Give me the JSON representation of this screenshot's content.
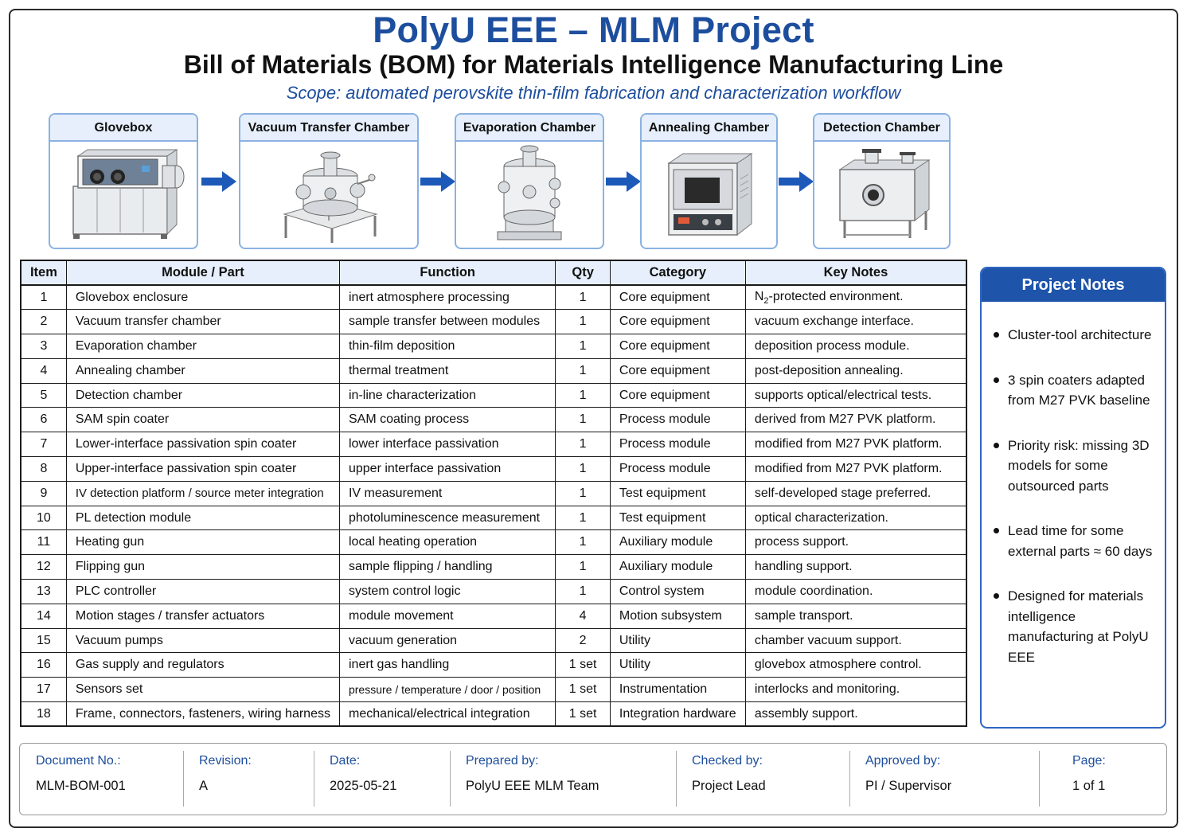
{
  "header": {
    "title": "PolyU EEE – MLM Project",
    "subtitle": "Bill of Materials (BOM) for Materials Intelligence Manufacturing Line",
    "scope": "Scope: automated perovskite thin-film fabrication and characterization workflow"
  },
  "flow": {
    "stages": [
      {
        "label": "Glovebox",
        "icon": "glovebox-icon"
      },
      {
        "label": "Vacuum Transfer Chamber",
        "icon": "vacuum-transfer-chamber-icon"
      },
      {
        "label": "Evaporation Chamber",
        "icon": "evaporation-chamber-icon"
      },
      {
        "label": "Annealing Chamber",
        "icon": "annealing-chamber-icon"
      },
      {
        "label": "Detection Chamber",
        "icon": "detection-chamber-icon"
      }
    ],
    "arrow_color": "#1d59b8"
  },
  "table": {
    "headers": {
      "item": "Item",
      "module": "Module / Part",
      "function": "Function",
      "qty": "Qty",
      "category": "Category",
      "notes": "Key Notes"
    },
    "rows": [
      {
        "item": "1",
        "module": "Glovebox enclosure",
        "function": "inert atmosphere processing",
        "qty": "1",
        "category": "Core equipment",
        "notes": "-protected environment.",
        "notes_prefix": "N",
        "notes_sub": "2"
      },
      {
        "item": "2",
        "module": "Vacuum transfer chamber",
        "function": "sample transfer between modules",
        "qty": "1",
        "category": "Core equipment",
        "notes": "vacuum exchange interface."
      },
      {
        "item": "3",
        "module": "Evaporation chamber",
        "function": "thin-film deposition",
        "qty": "1",
        "category": "Core equipment",
        "notes": "deposition process module."
      },
      {
        "item": "4",
        "module": "Annealing chamber",
        "function": "thermal treatment",
        "qty": "1",
        "category": "Core equipment",
        "notes": "post-deposition annealing."
      },
      {
        "item": "5",
        "module": "Detection chamber",
        "function": "in-line characterization",
        "qty": "1",
        "category": "Core equipment",
        "notes": "supports optical/electrical tests."
      },
      {
        "item": "6",
        "module": "SAM spin coater",
        "function": "SAM coating process",
        "qty": "1",
        "category": "Process module",
        "notes": "derived from M27 PVK platform."
      },
      {
        "item": "7",
        "module": "Lower-interface passivation spin coater",
        "function": "lower interface passivation",
        "qty": "1",
        "category": "Process module",
        "notes": "modified from M27 PVK platform."
      },
      {
        "item": "8",
        "module": "Upper-interface passivation spin coater",
        "function": "upper interface passivation",
        "qty": "1",
        "category": "Process module",
        "notes": "modified from M27 PVK platform."
      },
      {
        "item": "9",
        "module": "IV detection platform / source meter integration",
        "function": "IV measurement",
        "qty": "1",
        "category": "Test equipment",
        "notes": "self-developed stage preferred.",
        "module_class": "snug"
      },
      {
        "item": "10",
        "module": "PL detection module",
        "function": "photoluminescence measurement",
        "qty": "1",
        "category": "Test equipment",
        "notes": "optical characterization."
      },
      {
        "item": "11",
        "module": "Heating gun",
        "function": "local heating operation",
        "qty": "1",
        "category": "Auxiliary module",
        "notes": "process support."
      },
      {
        "item": "12",
        "module": "Flipping gun",
        "function": "sample flipping / handling",
        "qty": "1",
        "category": "Auxiliary module",
        "notes": "handling support."
      },
      {
        "item": "13",
        "module": "PLC controller",
        "function": "system control logic",
        "qty": "1",
        "category": "Control system",
        "notes": "module coordination."
      },
      {
        "item": "14",
        "module": "Motion stages / transfer actuators",
        "function": "module movement",
        "qty": "4",
        "category": "Motion subsystem",
        "notes": "sample transport."
      },
      {
        "item": "15",
        "module": "Vacuum pumps",
        "function": "vacuum generation",
        "qty": "2",
        "category": "Utility",
        "notes": "chamber vacuum support."
      },
      {
        "item": "16",
        "module": "Gas supply and regulators",
        "function": "inert gas handling",
        "qty": "1 set",
        "category": "Utility",
        "notes": "glovebox atmosphere control."
      },
      {
        "item": "17",
        "module": "Sensors set",
        "function": "pressure / temperature / door / position",
        "qty": "1 set",
        "category": "Instrumentation",
        "notes": "interlocks and monitoring.",
        "function_class": "sm"
      },
      {
        "item": "18",
        "module": "Frame, connectors, fasteners, wiring harness",
        "function": "mechanical/electrical integration",
        "qty": "1 set",
        "category": "Integration hardware",
        "notes": "assembly support."
      }
    ]
  },
  "project_notes": {
    "title": "Project Notes",
    "items": [
      "Cluster-tool architecture",
      "3 spin coaters adapted from M27 PVK baseline",
      "Priority risk: missing 3D models for some outsourced parts",
      "Lead time for some external parts ≈ 60 days",
      "Designed for materials intelligence manufacturing at PolyU EEE"
    ]
  },
  "footer": {
    "doc_no_label": "Document No.:",
    "doc_no": "MLM-BOM-001",
    "revision_label": "Revision:",
    "revision": "A",
    "date_label": "Date:",
    "date": "2025-05-21",
    "prepared_label": "Prepared by:",
    "prepared": "PolyU EEE MLM Team",
    "checked_label": "Checked by:",
    "checked": "Project Lead",
    "approved_label": "Approved by:",
    "approved": "PI / Supervisor",
    "page_label": "Page:",
    "page": "1 of 1"
  }
}
